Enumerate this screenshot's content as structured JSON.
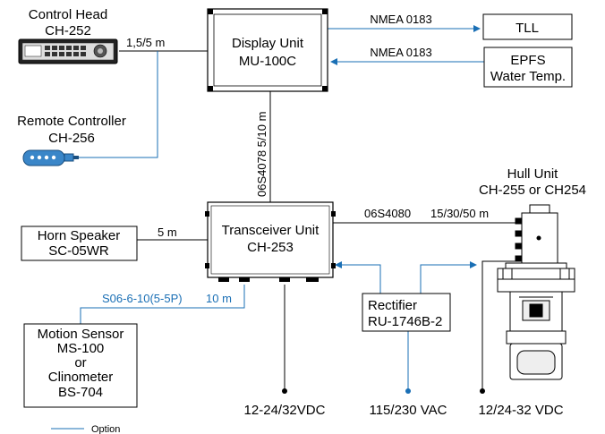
{
  "units": {
    "control_head": {
      "name": "Control Head",
      "model": "CH-252"
    },
    "remote_controller": {
      "name": "Remote Controller",
      "model": "CH-256"
    },
    "display_unit": {
      "name": "Display Unit",
      "model": "MU-100C"
    },
    "transceiver_unit": {
      "name": "Transceiver Unit",
      "model": "CH-253"
    },
    "hull_unit": {
      "name": "Hull Unit",
      "model": "CH-255 or CH254"
    },
    "horn_speaker": {
      "name": "Horn Speaker",
      "model": "SC-05WR"
    },
    "motion_sensor": {
      "line1": "Motion Sensor",
      "line2": "MS-100",
      "line3": "or",
      "line4": "Clinometer",
      "line5": "BS-704"
    },
    "rectifier": {
      "name": "Rectifier",
      "model": "RU-1746B-2"
    },
    "tll": {
      "name": "TLL"
    },
    "epfs": {
      "line1": "EPFS",
      "line2": "Water Temp."
    }
  },
  "cables": {
    "control_head_len": "1,5/5 m",
    "nmea_out": "NMEA 0183",
    "nmea_in": "NMEA 0183",
    "display_transceiver": "06S4078  5/10 m",
    "horn_len": "5 m",
    "hull_cable": "06S4080",
    "hull_len": "15/30/50 m",
    "motion_cable": "S06-6-10(5-5P)",
    "motion_len": "10 m"
  },
  "power": {
    "transceiver": "12-24/32VDC",
    "rectifier": "115/230 VAC",
    "hull": "12/24-32 VDC"
  },
  "legend": {
    "option": "Option"
  },
  "colors": {
    "option_line": "#1a6fb5",
    "line": "#000000"
  }
}
